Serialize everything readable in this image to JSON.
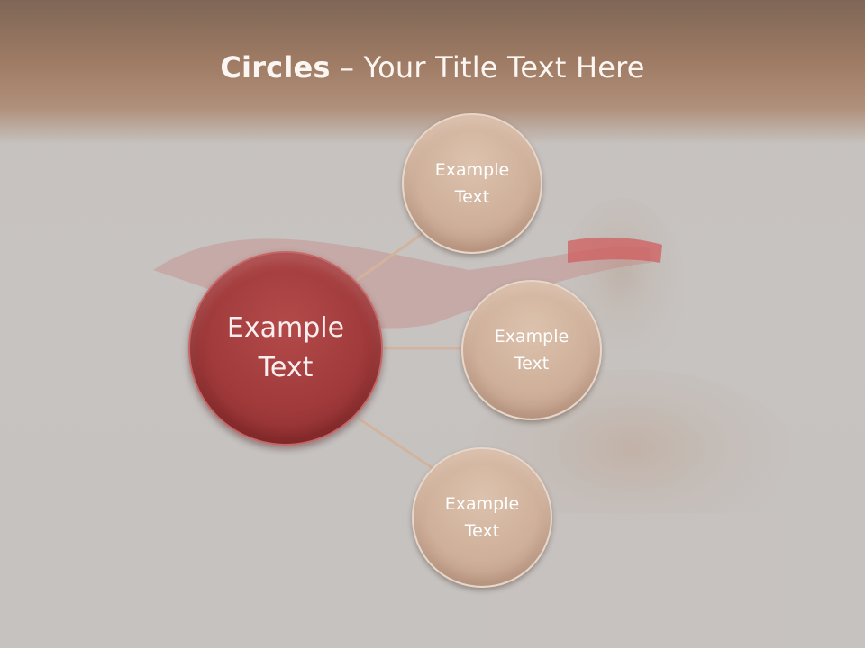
{
  "slide": {
    "title_bold": "Circles",
    "title_rest": " – Your Title Text Here",
    "center_circle": {
      "label": "Example\nText"
    },
    "outer_circles": [
      {
        "label": "Example\nText"
      },
      {
        "label": "Example\nText"
      },
      {
        "label": "Example\nText"
      }
    ]
  },
  "colors": {
    "header_brown": "#a07c65",
    "center_red": "#a03a3b",
    "outer_beige": "#cfb09a",
    "connector": "#d2b39e"
  }
}
